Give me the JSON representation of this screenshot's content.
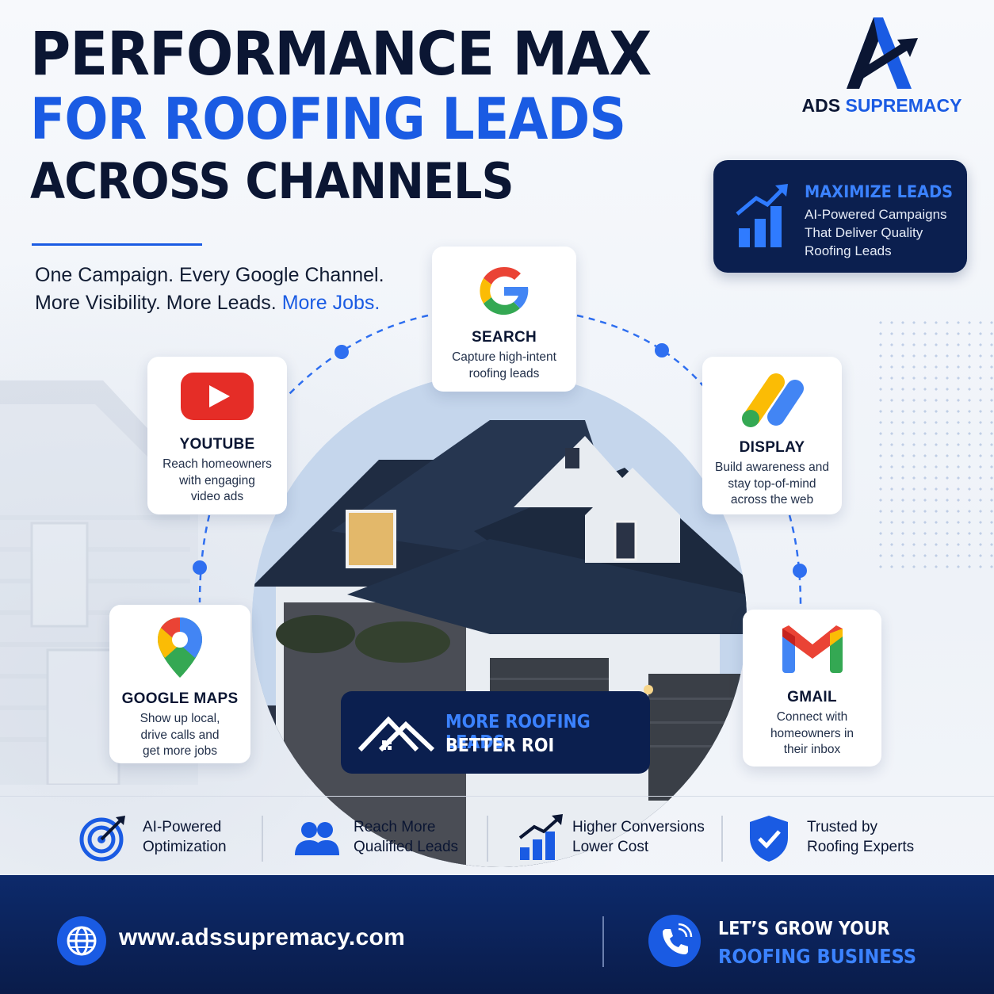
{
  "headline": {
    "line1": "PERFORMANCE MAX",
    "line2": "FOR ROOFING LEADS",
    "line3": "ACROSS CHANNELS"
  },
  "tagline": {
    "line1": "One Campaign. Every Google Channel.",
    "line2_start": "More Visibility. More Leads. ",
    "line2_accent": "More Jobs."
  },
  "logo": {
    "name_part1": "ADS ",
    "name_part2": "SUPREMACY"
  },
  "maximize": {
    "title": "MAXIMIZE LEADS",
    "body": "AI-Powered Campaigns That Deliver Quality Roofing Leads"
  },
  "channels": {
    "search": {
      "label": "SEARCH",
      "desc_1": "Capture high-intent",
      "desc_2": "roofing leads"
    },
    "youtube": {
      "label": "YOUTUBE",
      "desc_1": "Reach homeowners",
      "desc_2": "with engaging",
      "desc_3": "video ads"
    },
    "display": {
      "label": "DISPLAY",
      "desc_1": "Build awareness and",
      "desc_2": "stay top-of-mind",
      "desc_3": "across the web"
    },
    "maps": {
      "label": "GOOGLE MAPS",
      "desc_1": "Show up local,",
      "desc_2": "drive calls and",
      "desc_3": "get more jobs"
    },
    "gmail": {
      "label": "GMAIL",
      "desc_1": "Connect with",
      "desc_2": "homeowners in",
      "desc_3": "their inbox"
    }
  },
  "roi": {
    "line1": "MORE ROOFING LEADS",
    "line2": "BETTER ROI"
  },
  "features": [
    {
      "line1": "AI-Powered",
      "line2": "Optimization",
      "icon": "target-icon"
    },
    {
      "line1": "Reach More",
      "line2": "Qualified Leads",
      "icon": "users-icon"
    },
    {
      "line1": "Higher Conversions",
      "line2": "Lower Cost",
      "icon": "growth-chart-icon"
    },
    {
      "line1": "Trusted by",
      "line2": "Roofing Experts",
      "icon": "shield-check-icon"
    }
  ],
  "footer": {
    "url": "www.adssupremacy.com",
    "cta_line1": "LET’S GROW YOUR",
    "cta_line2": "ROOFING BUSINESS"
  },
  "colors": {
    "navy": "#0b1f4f",
    "brand_blue": "#1a5be3",
    "accent_blue": "#3b82ff"
  }
}
